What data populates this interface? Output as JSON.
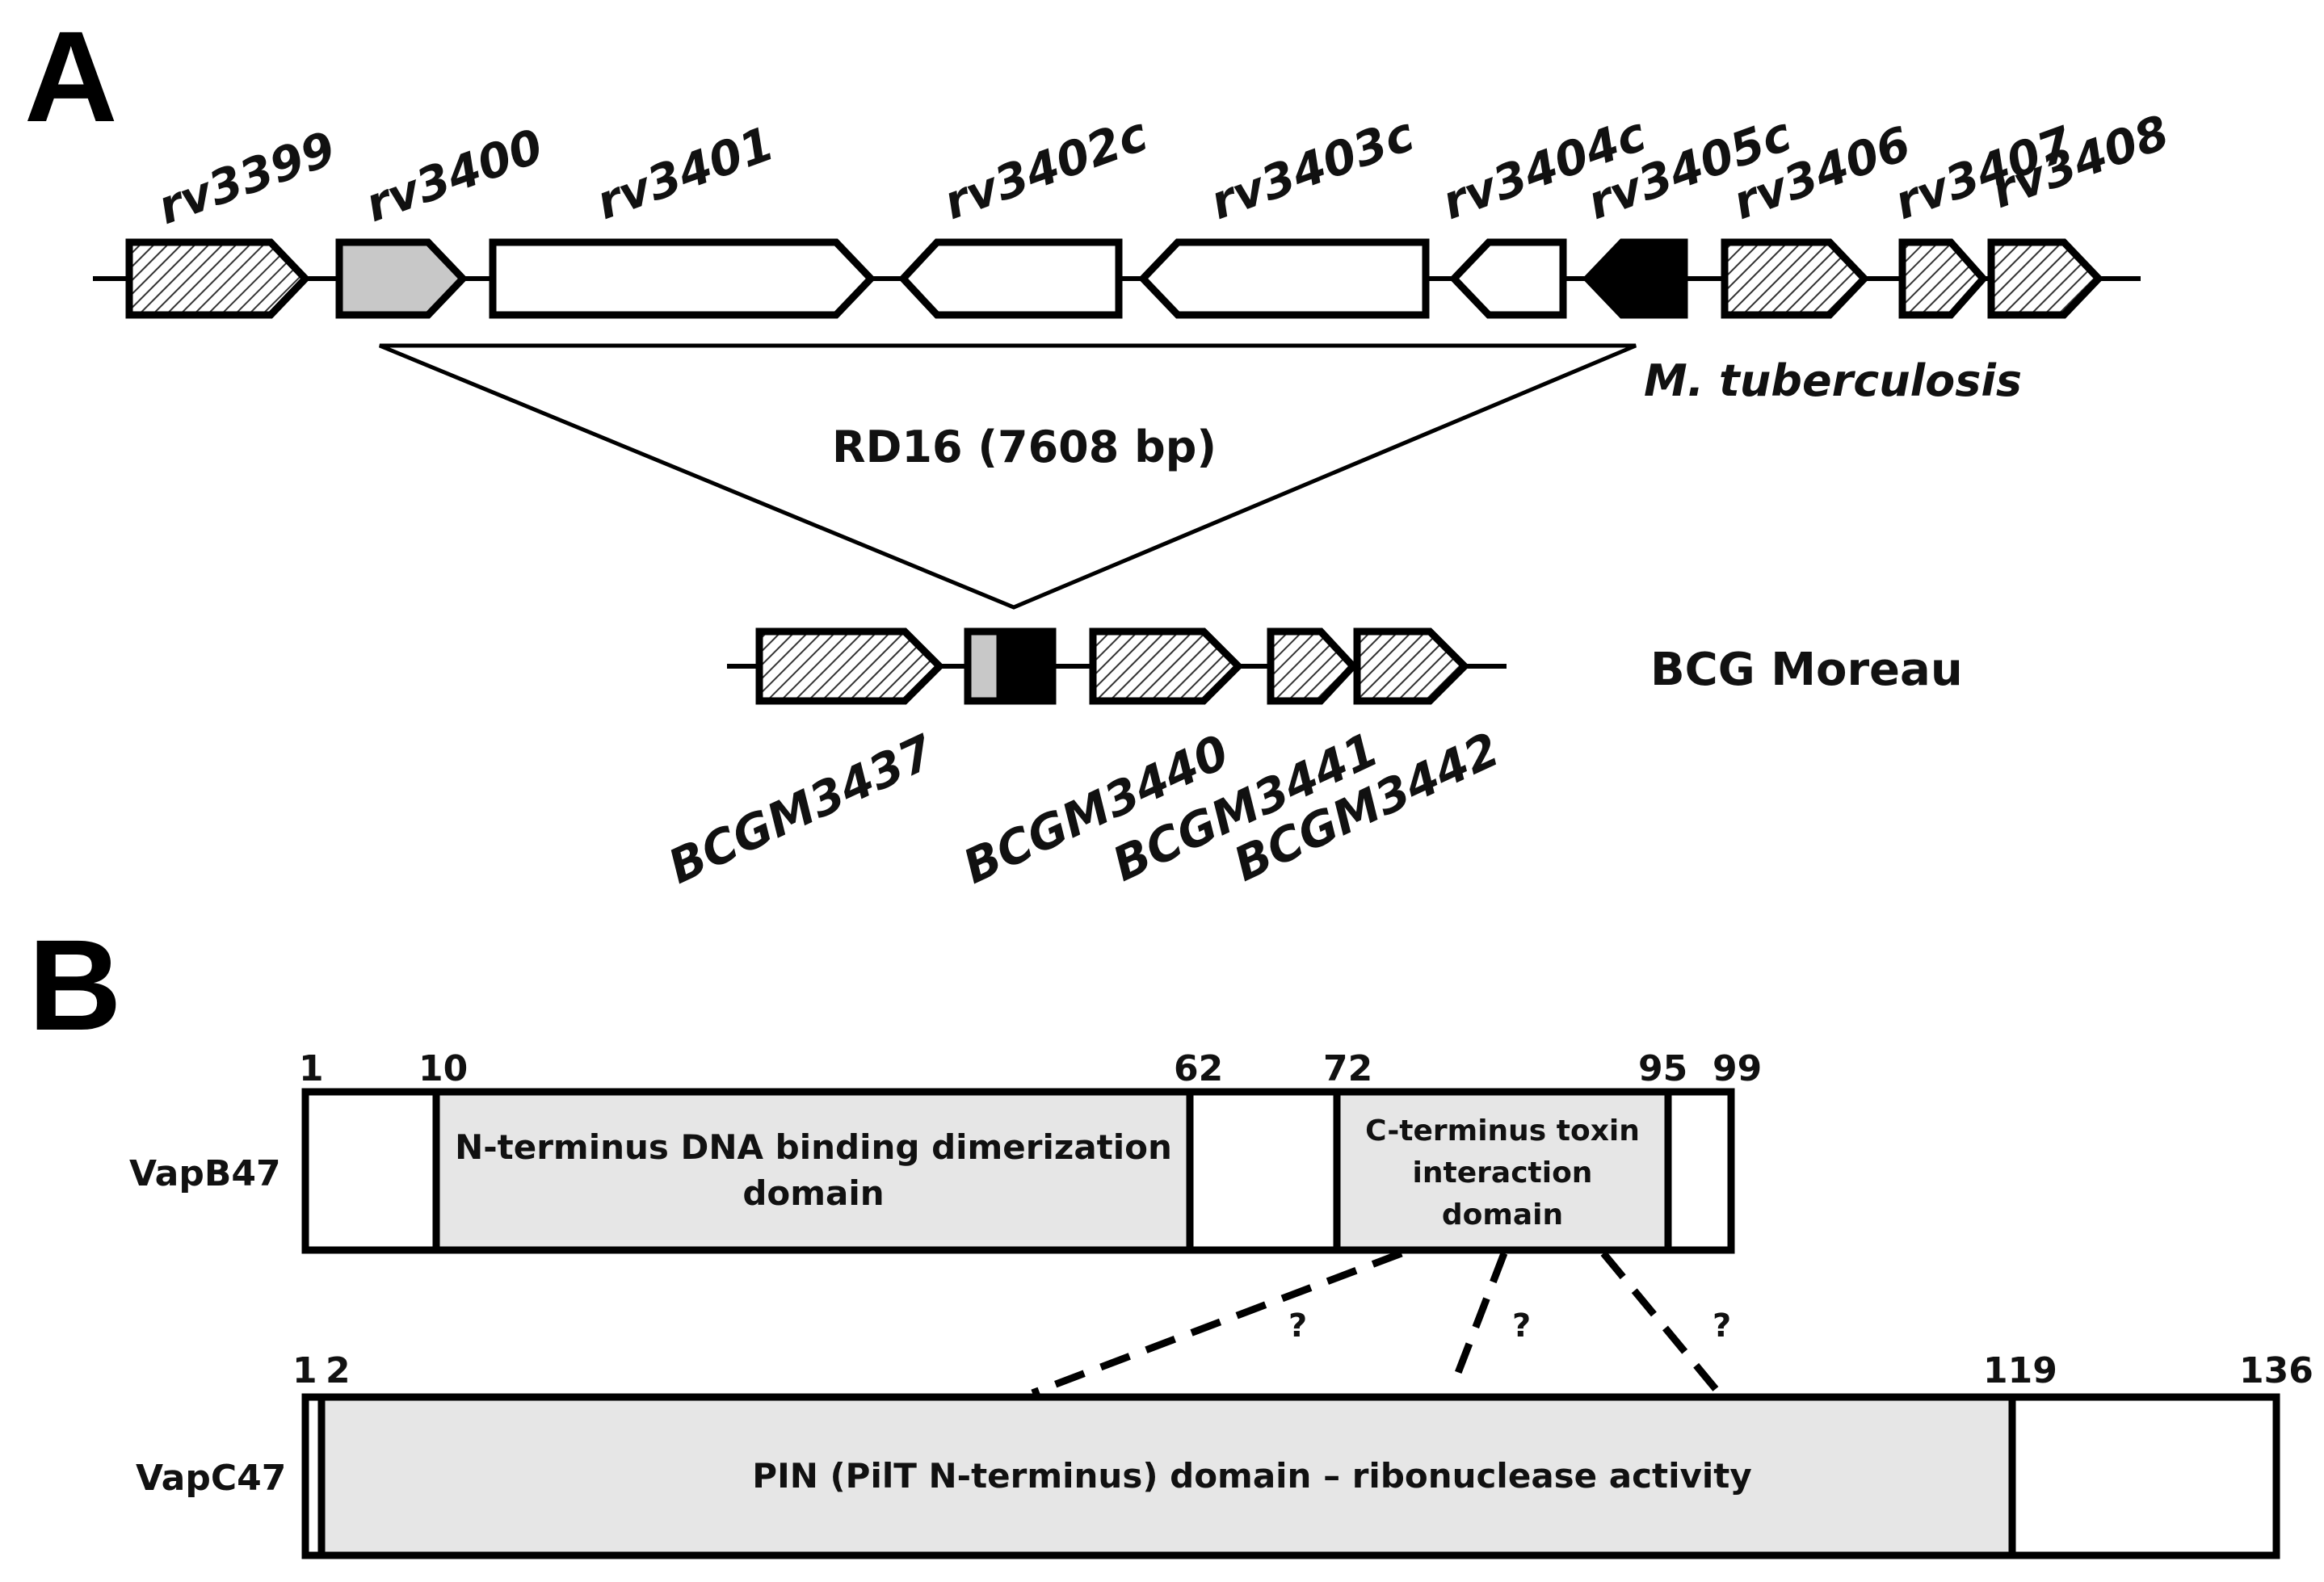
{
  "panelA": {
    "letter": "A",
    "mtb_genes": [
      "rv3399",
      "rv3400",
      "rv3401",
      "rv3402c",
      "rv3403c",
      "rv3404c",
      "rv3405c",
      "rv3406",
      "rv3407",
      "rv3408"
    ],
    "organism_mtb": "M. tuberculosis",
    "deletion_label": "RD16 (7608 bp)",
    "bcg_genes": [
      "BCGM3437",
      "BCGM3440",
      "BCGM3441",
      "BCGM3442"
    ],
    "organism_bcg": "BCG Moreau"
  },
  "panelB": {
    "letter": "B",
    "vapb": {
      "name": "VapB47",
      "positions": [
        "1",
        "10",
        "62",
        "72",
        "95",
        "99"
      ],
      "domain1": [
        "N-terminus DNA binding dimerization",
        "domain"
      ],
      "domain2": [
        "C-terminus toxin",
        "interaction",
        "domain"
      ]
    },
    "vapc": {
      "name": "VapC47",
      "positions": [
        "1",
        "2",
        "119",
        "136"
      ],
      "domain": "PIN (PilT N-terminus) domain – ribonuclease activity"
    },
    "question_marks": [
      "?",
      "?",
      "?"
    ]
  },
  "colors": {
    "outline": "#000000",
    "light_gray": "#c8c8c8",
    "domain_fill": "#e6e6e6",
    "black": "#000000",
    "white": "#ffffff"
  }
}
